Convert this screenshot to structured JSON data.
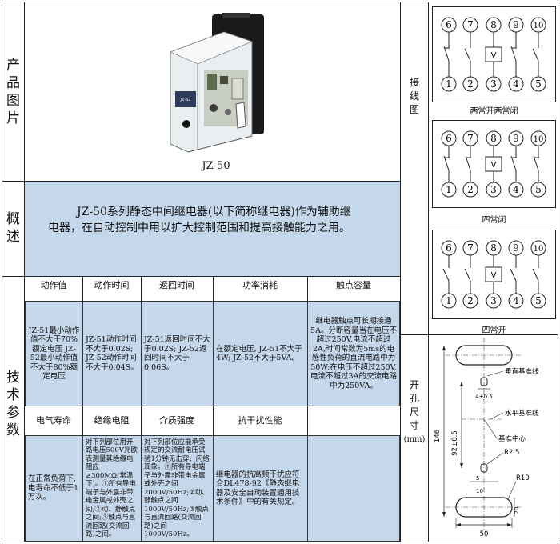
{
  "row_labels": {
    "product": "产品图片",
    "overview": "概述",
    "tech": "技术参数",
    "wiring": "接线图",
    "hole": "开孔尺寸",
    "hole_unit": "(mm)"
  },
  "product": {
    "caption": "JZ-50",
    "label_plate": "JZ-52"
  },
  "overview": {
    "text": "JZ-50系列静态中间继电器(以下简称继电器)作为辅助继电器，在自动控制中用以扩大控制范围和提高接触能力之用。"
  },
  "tech_headers_1": [
    "动作值",
    "动作时间",
    "返回时间",
    "功率消耗",
    "触点容量"
  ],
  "tech_values_1": [
    "JZ-51最小动作值不大于70%额定电压 JZ-52最小动作值不大于80%额定电压",
    "JZ-51动作时间不大于0.02S; JZ-52动作时间不大于0.04S。",
    "JZ-51返回时间不大于0.02S; JZ-52返回时间不大于0.06S。",
    "在额定电压, JZ-51不大于4W; JZ-52不大于5VA。",
    "继电器触点可长期接通5A。分断容量当在电压不超过250V,电流不超过2A,时间常数为5ms的电感性负荷的直流电路中为50W;在电压不超过250V,电流不超过3A的交流电路中为250VA。"
  ],
  "tech_headers_2": [
    "电气寿命",
    "绝缘电阻",
    "介质强度",
    "抗干扰性能"
  ],
  "tech_values_2": [
    "在正常负荷下,电寿命不低于1万次。",
    "对下列部位用开路电压500V兆欧表测量其绝缘电阻应≥300MΩ(常温下)。①所有导电端子与外露非带电金属或外壳之间;②动、静触点之间;③触点与直流回路(交流回路)之间。",
    "对下列部位应能承受规定的交流耐电压试验1分钟无击穿、闪络现象。①所有导电端子与外露非带电金属或外壳之间2000V/50Hz;②动、静触点之间1000V/50Hz;③触点与直流回路(交流回路)之间1000V/50Hz。",
    "继电器的抗高频干扰应符合DL478-92《静态继电器及安全自动装置通用技术条件》中的有关规定。"
  ],
  "wiring": {
    "top_terminals": [
      "6",
      "7",
      "8",
      "9",
      "10"
    ],
    "bottom_terminals": [
      "1",
      "2",
      "3",
      "4",
      "5"
    ],
    "coil_label": "V",
    "captions": [
      "两常开两常闭",
      "四常闭",
      "四常开"
    ]
  },
  "hole": {
    "labels": {
      "vertical_ref": "垂直基准线",
      "horizontal_ref": "水平基准线",
      "center": "基准中心"
    },
    "dims": {
      "d146": "146",
      "d92": "92±0.5",
      "d4": "4±0.5",
      "r25": "R2.5",
      "r10": "R10",
      "d5": "5",
      "d10": "10",
      "d20": "20",
      "d50": "50"
    }
  }
}
